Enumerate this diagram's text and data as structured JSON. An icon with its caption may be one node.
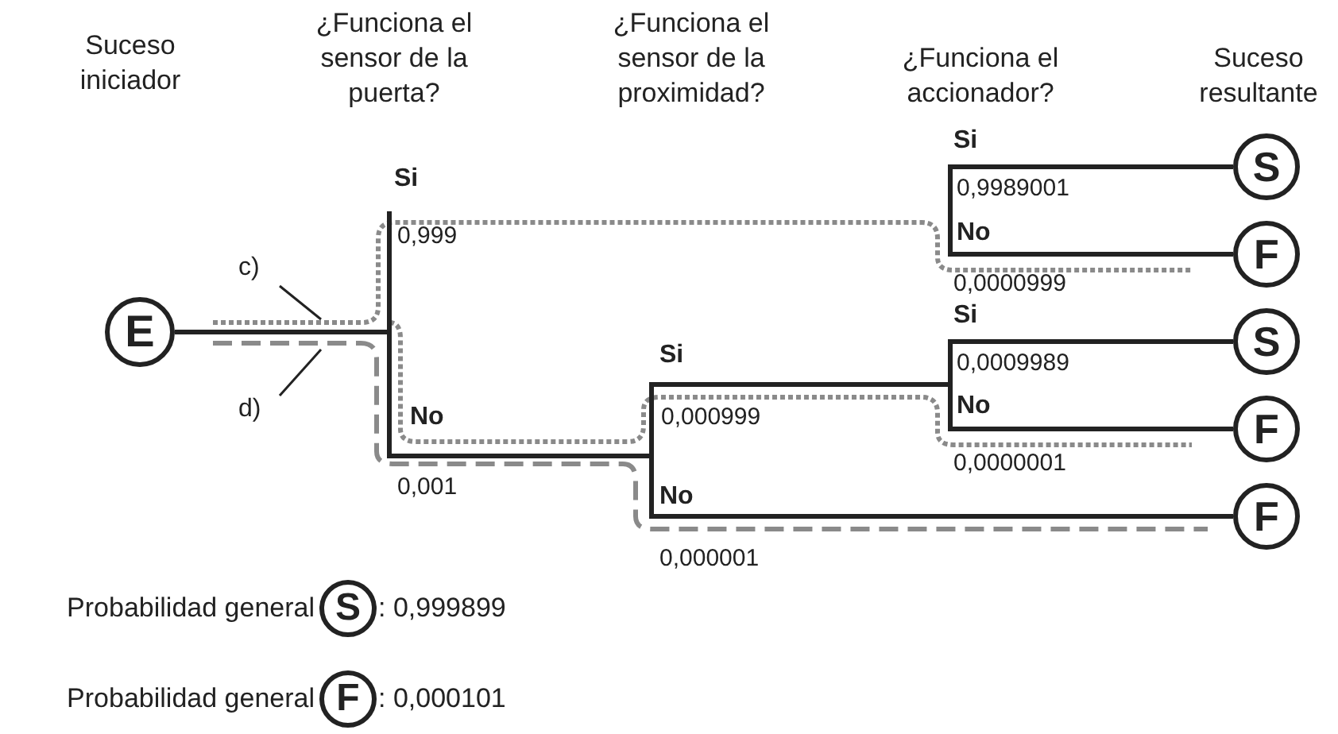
{
  "diagram": {
    "nodes": [
      {
        "text": [
          "E"
        ]
      },
      {
        "text": [
          "S"
        ]
      },
      {
        "text": [
          "F"
        ]
      },
      {
        "text": [
          "S"
        ]
      },
      {
        "text": [
          "F"
        ]
      },
      {
        "text": [
          "F"
        ]
      },
      {
        "text": [
          "c)"
        ]
      },
      {
        "text": [
          "d)"
        ]
      },
      {
        "text": [
          "S"
        ],
        "beside": [
          "Probabilidad general",
          ": 0,999899"
        ]
      },
      {
        "text": [
          "F"
        ],
        "beside": [
          "Probabilidad general",
          ": 0,000101"
        ]
      }
    ],
    "edges": [
      {
        "from": 0,
        "to": null,
        "arrow": "none"
      },
      {
        "from": null,
        "to": 1,
        "arrow": "none"
      },
      {
        "from": null,
        "to": 2,
        "arrow": "none"
      },
      {
        "from": 0,
        "to": 3,
        "arrow": "none"
      },
      {
        "from": 0,
        "to": 4,
        "arrow": "none"
      },
      {
        "from": 0,
        "to": 5,
        "arrow": "none"
      },
      {
        "from": 6,
        "to": null,
        "arrow": "none"
      },
      {
        "from": 7,
        "to": null,
        "arrow": "none"
      }
    ],
    "labels": [
      "Suceso iniciador",
      "¿Funciona el sensor de la puerta?",
      "¿Funciona el sensor de la proximidad?",
      "¿Funciona el accionador?",
      "Suceso resultante",
      "Si",
      "Si",
      "0,9989001",
      "0,999",
      "No",
      "0,0000999",
      "Si",
      "Si",
      "0,0009989",
      "No",
      "No",
      "0,000999",
      "0,0000001",
      "0,001",
      "No",
      "0,000001"
    ]
  }
}
